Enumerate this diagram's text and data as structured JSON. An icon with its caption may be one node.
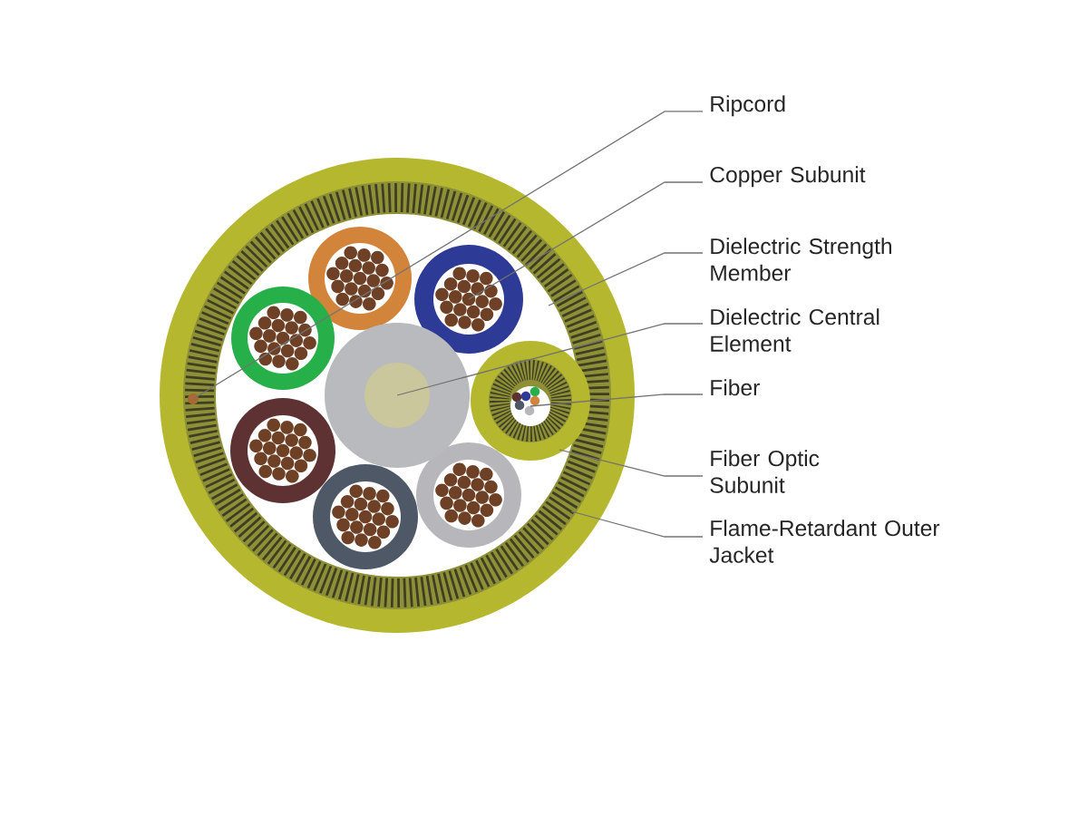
{
  "diagram": {
    "nodes": [
      {
        "text": [
          "Ripcord"
        ]
      },
      {
        "text": [
          "Copper Subunit"
        ]
      },
      {
        "text": [
          "Dielectric Strength Member"
        ]
      },
      {
        "text": [
          "Dielectric Central Element"
        ]
      },
      {
        "text": [
          "Fiber"
        ]
      },
      {
        "text": [
          "Fiber Optic Subunit"
        ]
      },
      {
        "text": [
          "Flame-Retardant Outer Jacket"
        ]
      },
      {
        "text": [],
        "shape": "circle"
      },
      {
        "text": [],
        "shape": "circle",
        "in": 7
      },
      {
        "text": [],
        "shape": "circle",
        "in": 8
      },
      {
        "text": [],
        "shape": "circle",
        "in": 8
      },
      {
        "text": [],
        "shape": "circle",
        "in": 8
      },
      {
        "text": [],
        "shape": "circle",
        "in": 8
      },
      {
        "text": [],
        "shape": "circle",
        "in": 12
      }
    ],
    "edges": [
      {
        "from": 0,
        "to": 9,
        "arrow": "none"
      },
      {
        "from": 1,
        "to": 10,
        "arrow": "none"
      },
      {
        "from": 2,
        "to": 8,
        "arrow": "none"
      },
      {
        "from": 3,
        "to": 11,
        "arrow": "none"
      },
      {
        "from": 4,
        "to": 13,
        "arrow": "none"
      },
      {
        "from": 5,
        "to": 12,
        "arrow": "none"
      },
      {
        "from": 6,
        "to": 7,
        "arrow": "none"
      }
    ]
  }
}
